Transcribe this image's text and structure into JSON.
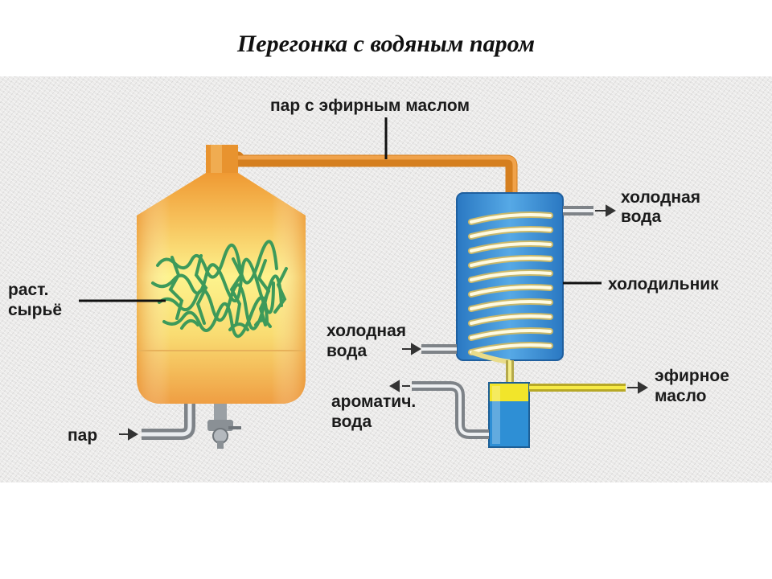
{
  "title": "Перегонка с водяным паром",
  "labels": {
    "steam_with_oil": "пар с эфирным маслом",
    "cold_water_out_1": "холодная",
    "cold_water_out_2": "вода",
    "condenser": "холодильник",
    "cold_water_in_1": "холодная",
    "cold_water_in_2": "вода",
    "raw_material_1": "раст.",
    "raw_material_2": "сырьё",
    "essential_oil_1": "эфирное",
    "essential_oil_2": "масло",
    "aromatic_water_1": "ароматич.",
    "aromatic_water_2": "вода",
    "steam": "пар"
  },
  "colors": {
    "still_top": "#f0a23c",
    "still_middle": "#fbf08a",
    "still_bottom": "#f1a447",
    "condenser": "#3f95d8",
    "oil": "#f2e52a",
    "water": "#2f8fd6",
    "pipe": "#b8bcc0",
    "plant": "#3d9a5a"
  }
}
